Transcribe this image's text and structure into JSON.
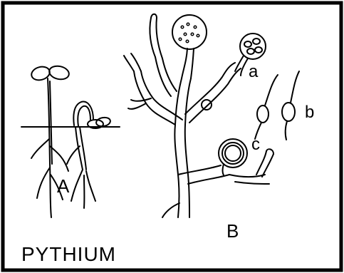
{
  "figure": {
    "title": "PYTHIUM",
    "panels": [
      {
        "label": "A"
      },
      {
        "label": "B"
      }
    ],
    "structure_labels": [
      "a",
      "b",
      "c"
    ]
  },
  "colors": {
    "ink": "#000000",
    "background": "#ffffff"
  }
}
